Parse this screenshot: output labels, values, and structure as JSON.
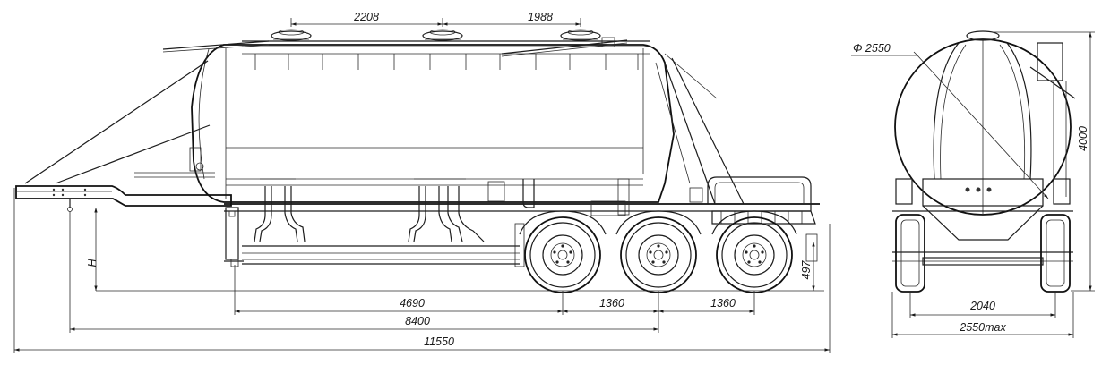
{
  "dimensions": {
    "hatch_spacing_1": "2208",
    "hatch_spacing_2": "1988",
    "kingpin_to_axle": "4690",
    "axle_spacing_1": "1360",
    "axle_spacing_2": "1360",
    "kingpin_to_rear_axle": "8400",
    "overall_length": "11550",
    "fifth_wheel_height": "H",
    "ground_clearance": "497",
    "tank_diameter": "Φ 2550",
    "overall_height": "4000",
    "track_width": "2040",
    "overall_width": "2550max"
  }
}
